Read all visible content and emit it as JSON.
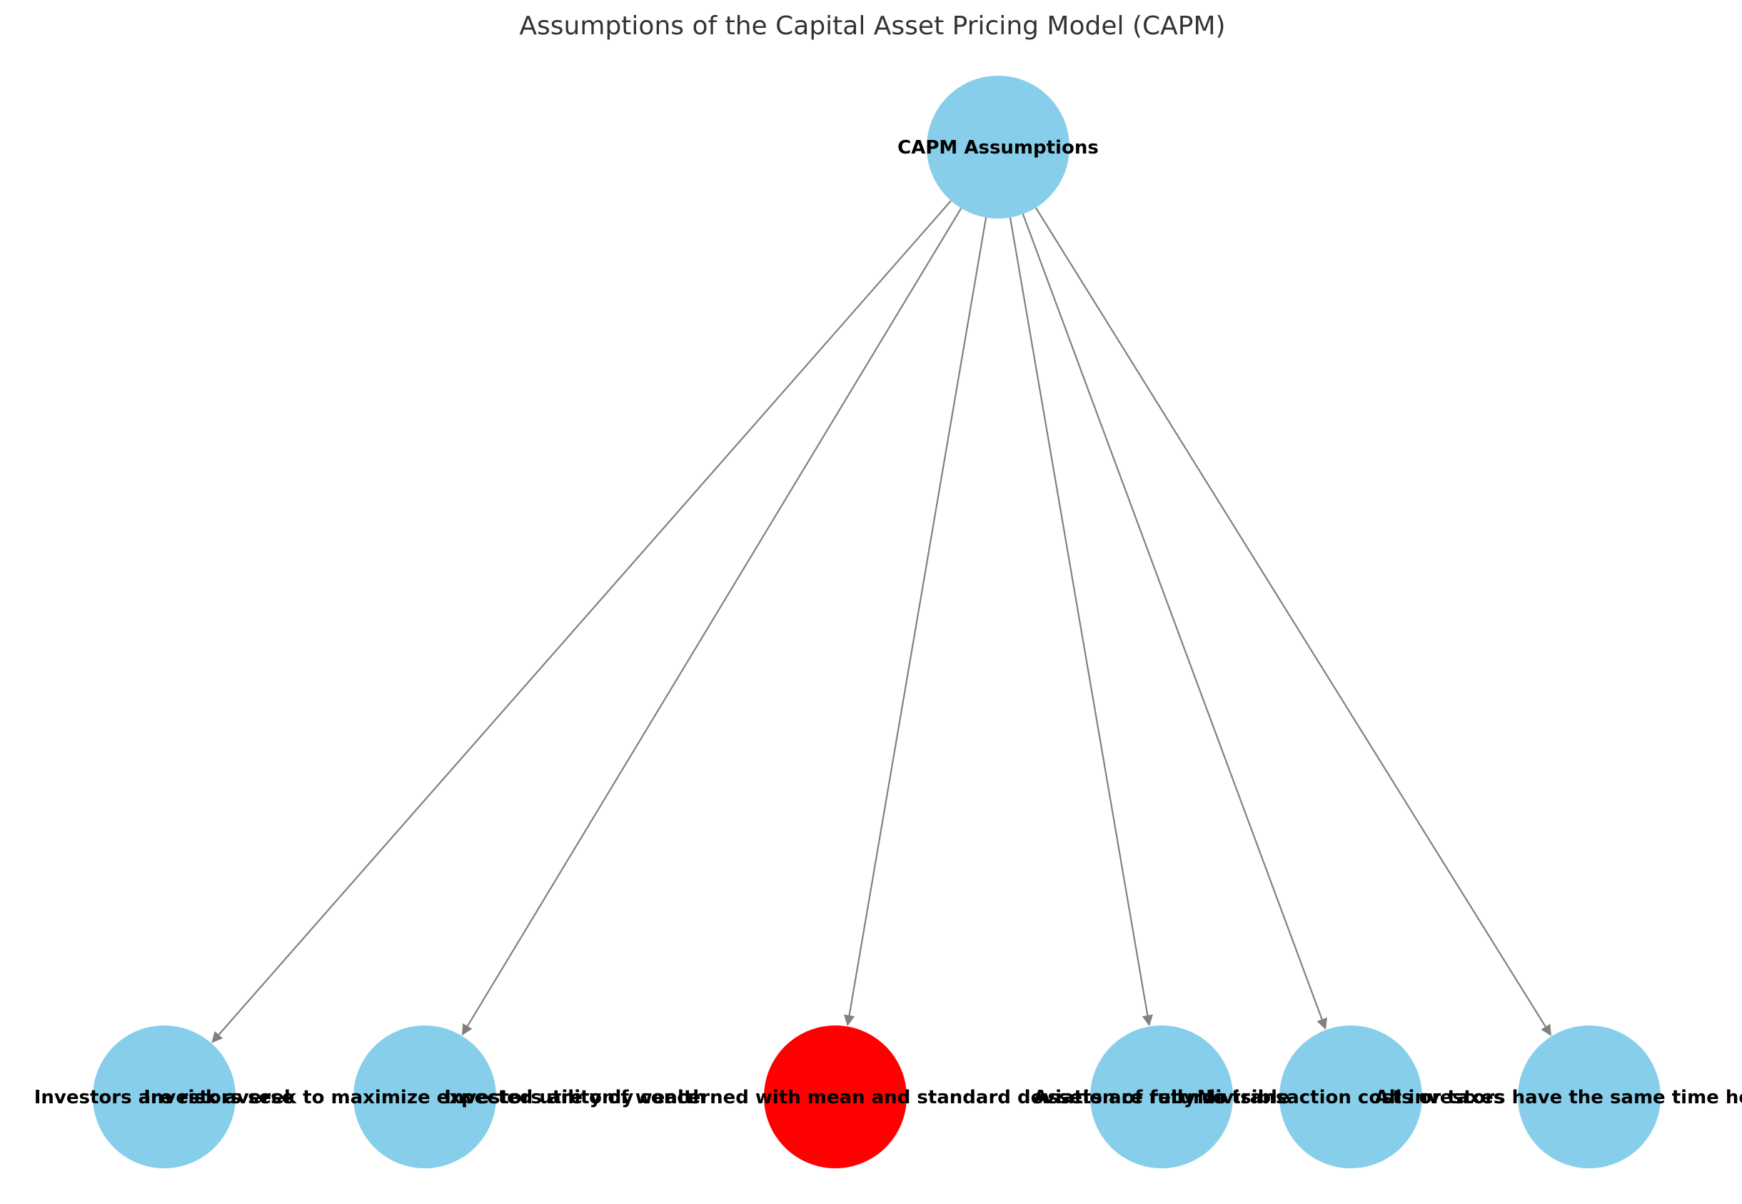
{
  "title": "Assumptions of the Capital Asset Pricing Model (CAPM)",
  "colors": {
    "node_default": "#87CEEB",
    "node_highlight": "#FF0000",
    "edge": "#808080",
    "label": "#000000"
  },
  "root": {
    "label": "CAPM Assumptions"
  },
  "children": [
    {
      "label": "Investors are risk averse",
      "highlighted": false
    },
    {
      "label": "Investors seek to maximize expected utility of wealth",
      "highlighted": false
    },
    {
      "label": "Investors are only concerned with mean and standard deviation of returns",
      "highlighted": true
    },
    {
      "label": "Assets are fully divisible",
      "highlighted": false
    },
    {
      "label": "No transaction costs or taxes",
      "highlighted": false
    },
    {
      "label": "All investors have the same time horizon",
      "highlighted": false
    }
  ]
}
